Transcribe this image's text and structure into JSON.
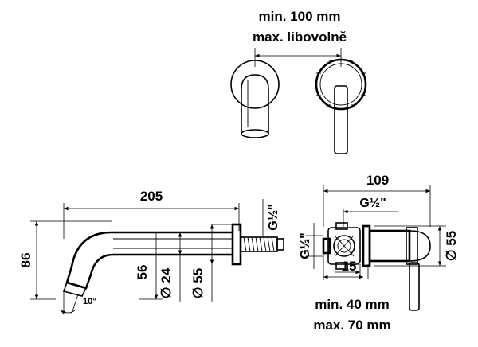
{
  "top_view": {
    "spacing_min": "min. 100 mm",
    "spacing_max": "max. libovolně"
  },
  "spout_view": {
    "length": "205",
    "height": "86",
    "thread": "G½\"",
    "dim_56": "56",
    "dim_24": "∅ 24",
    "dim_55": "∅ 55",
    "angle": "10°"
  },
  "mixer_view": {
    "width": "109",
    "thread_top": "G½\"",
    "thread_side": "G½\"",
    "dim_15": "15",
    "dim_55": "∅ 55",
    "depth_min": "min. 40 mm",
    "depth_max": "max. 70 mm"
  }
}
